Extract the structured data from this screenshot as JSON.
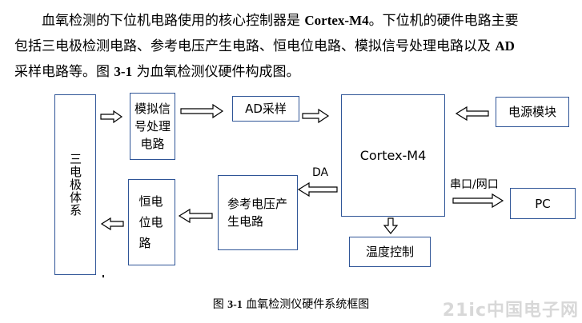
{
  "paragraph": {
    "line1_a": "血氧检测的下位机电路使用的核心控制器是 ",
    "line1_b": "Cortex-M4",
    "line1_c": "。下位机的硬件电路主要",
    "line2_a": "包括三电极检测电路、参考电压产生电路、恒电位电路、模拟信号处理电路以及 ",
    "line2_b": "AD",
    "line3_a": "采样电路等。图 ",
    "line3_b": "3-1",
    "line3_c": " 为血氧检测仪硬件构成图。"
  },
  "diagram": {
    "electrode": "三电极体系",
    "analog": "模拟信号处理电路",
    "ad": "AD采样",
    "cortex": "Cortex-M4",
    "power": "电源模块",
    "pc": "PC",
    "vref": "参考电压产生电路",
    "potentiostat": "恒电位电路",
    "temp": "温度控制",
    "da_label": "DA",
    "serial_label": "串口/网口"
  },
  "caption": {
    "prefix": "图 ",
    "number": "3-1",
    "text": "  血氧检测仪硬件系统框图"
  },
  "watermark": "21ic中国电子网",
  "colors": {
    "box_border": "#2f5597"
  }
}
